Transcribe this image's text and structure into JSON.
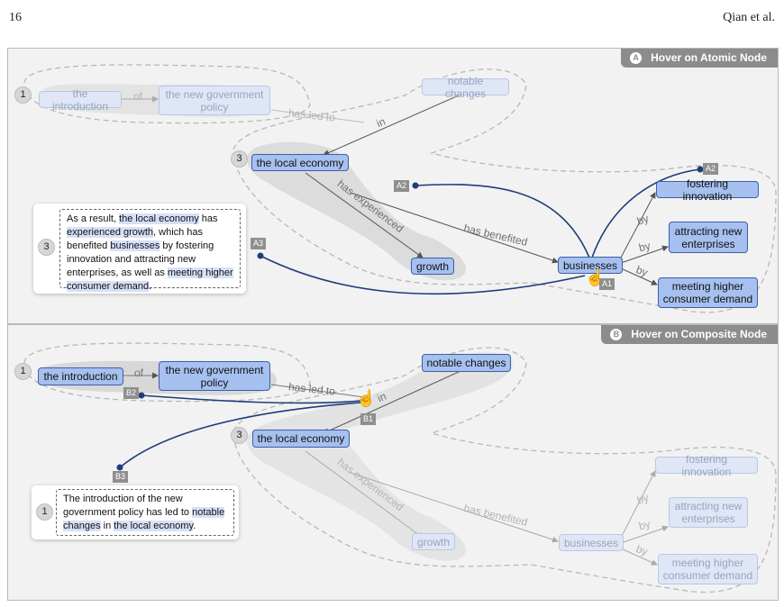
{
  "header": {
    "page_number": "16",
    "authors": "Qian et al."
  },
  "panel_a": {
    "badge": "A",
    "title": "Hover on Atomic Node",
    "group_numbers": [
      "1",
      "3"
    ],
    "nodes": {
      "introduction": "the introduction",
      "policy": "the new government policy",
      "notable": "notable changes",
      "economy": "the local economy",
      "growth": "growth",
      "businesses": "businesses",
      "fostering": "fostering innovation",
      "attracting": "attracting new enterprises",
      "meeting": "meeting higher consumer demand"
    },
    "edges": {
      "of": "of",
      "led": "has led to",
      "in": "in",
      "experienced": "has experienced",
      "benefited": "has benefited",
      "by1": "by",
      "by2": "by",
      "by3": "by"
    },
    "tags": [
      "A1",
      "A2",
      "A2",
      "A3"
    ],
    "sentence": {
      "number": "3",
      "parts": [
        "As a result, ",
        "the local economy",
        " has ",
        "experienced growth",
        ", which has benefited ",
        "businesses",
        " by fostering innovation",
        " and attracting new ",
        "enterprises",
        ", as well as ",
        "meeting higher consumer demand",
        "."
      ]
    }
  },
  "panel_b": {
    "badge": "B",
    "title": "Hover on Composite Node",
    "group_numbers": [
      "1",
      "3"
    ],
    "nodes": {
      "introduction": "the introduction",
      "policy": "the new government policy",
      "notable": "notable changes",
      "economy": "the local economy",
      "growth": "growth",
      "businesses": "businesses",
      "fostering": "fostering innovation",
      "attracting": "attracting new enterprises",
      "meeting": "meeting higher consumer demand"
    },
    "edges": {
      "of": "of",
      "led": "has led to",
      "in": "in",
      "experienced": "has experienced",
      "benefited": "has benefited",
      "by1": "by",
      "by2": "by",
      "by3": "by"
    },
    "tags": [
      "B1",
      "B2",
      "B3"
    ],
    "sentence": {
      "number": "1",
      "parts": [
        "The introduction of the new government policy has led to ",
        "notable changes",
        " in ",
        "the local economy",
        "."
      ]
    }
  },
  "colors": {
    "link": "#1f3d7a",
    "node_active": "#a6c0ef",
    "node_faint": "#dfe6f5",
    "tag": "#8f8f8f"
  }
}
